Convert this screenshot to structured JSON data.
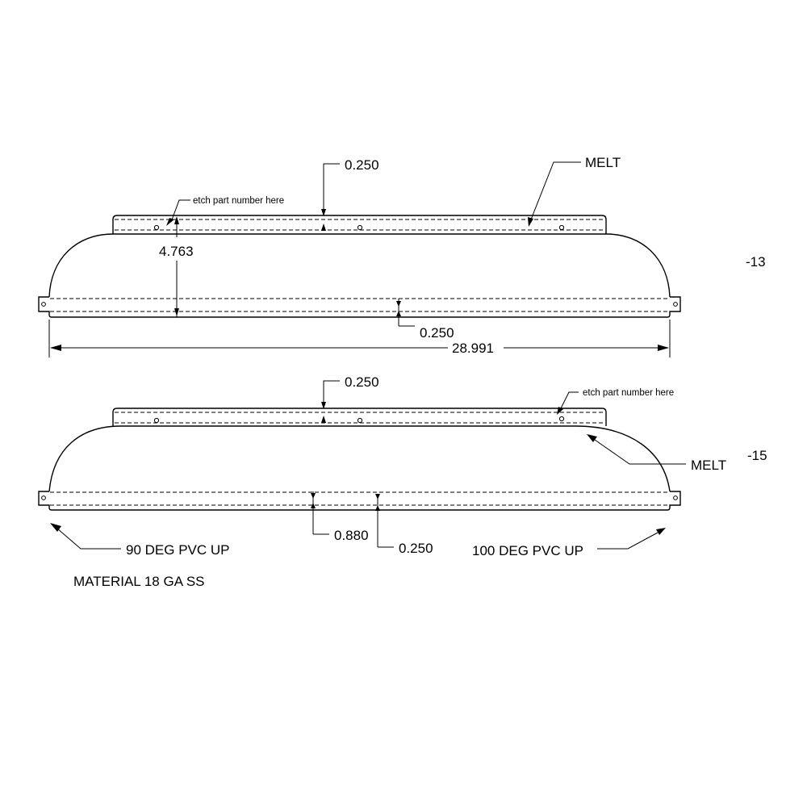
{
  "part_13": {
    "suffix": "-13",
    "dim_flange_top": "0.250",
    "etch_note": "etch part number here",
    "melt_note": "MELT",
    "dim_height": "4.763",
    "dim_flange_bottom": "0.250",
    "dim_overall_length": "28.991"
  },
  "part_15": {
    "suffix": "-15",
    "dim_flange_top": "0.250",
    "etch_note": "etch part number here",
    "melt_note": "MELT",
    "dim_offset": "0.880",
    "dim_flange_bottom": "0.250",
    "note_left_bend": "90 DEG PVC UP",
    "note_right_bend": "100 DEG PVC UP"
  },
  "material_note": "MATERIAL 18 GA SS"
}
